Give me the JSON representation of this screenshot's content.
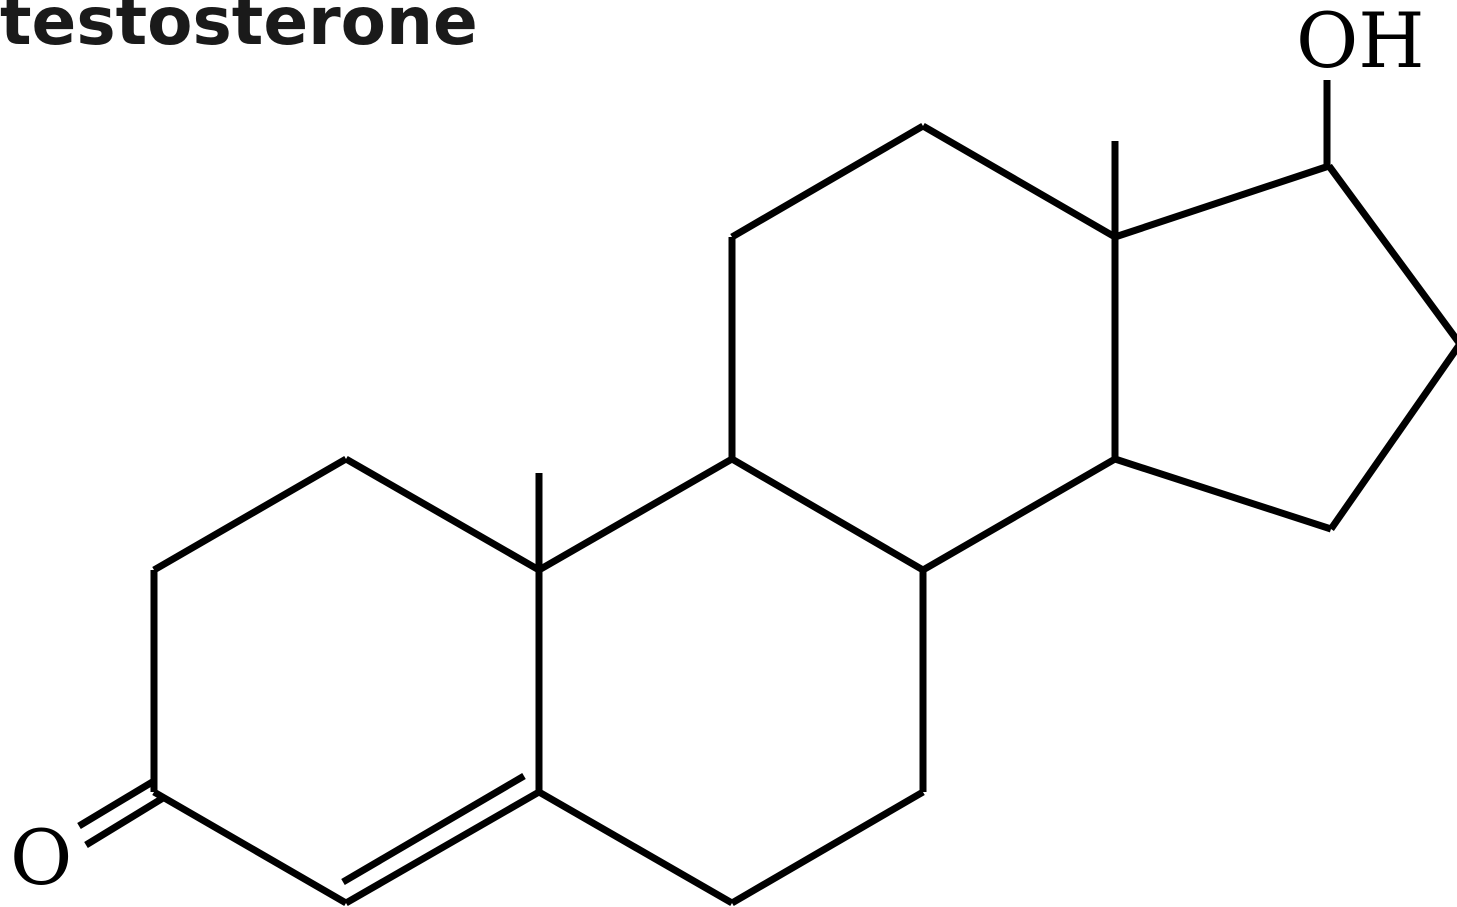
{
  "title": "testosterone",
  "atom_labels": {
    "hydroxyl": "OH",
    "ketone_oxygen": "O"
  },
  "colors": {
    "bond": "#000000",
    "title": "#1a1a1a",
    "background": "#ffffff"
  }
}
